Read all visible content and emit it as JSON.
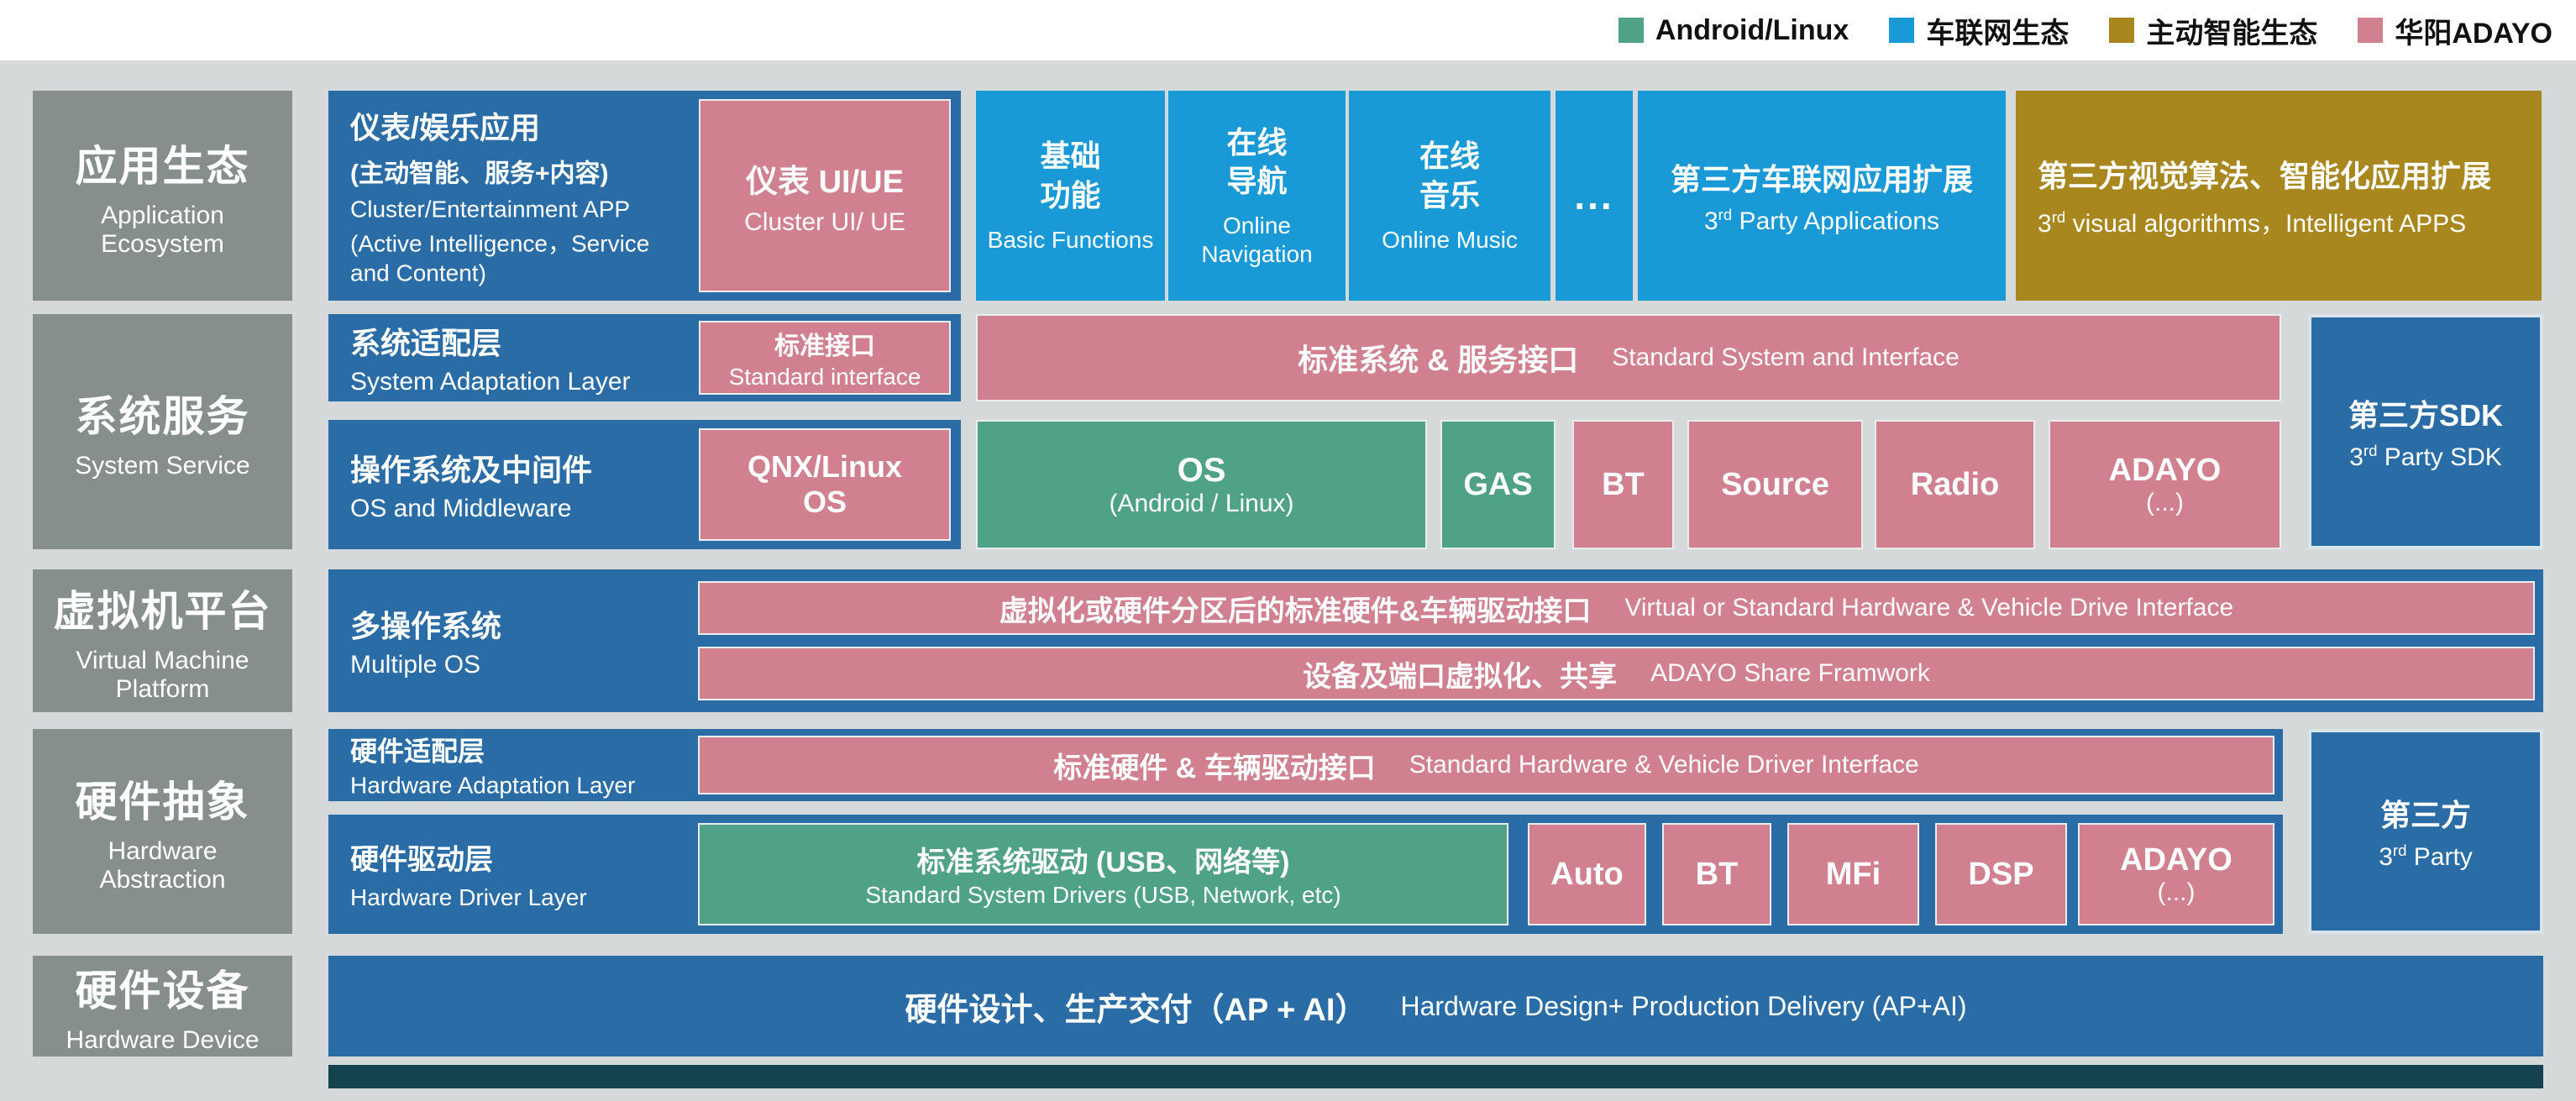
{
  "colors": {
    "steel_blue": "#2a6da6",
    "bright_blue": "#199ad6",
    "rose": "#d0808f",
    "green": "#4fa287",
    "gold": "#a8871e",
    "sidebar_gray": "#878f8c",
    "canvas_gray": "#d5d9da",
    "footer_teal": "#15424f"
  },
  "legend": {
    "items": [
      {
        "label": "Android/Linux",
        "color": "#4fa287"
      },
      {
        "label": "车联网生态",
        "color": "#199ad6"
      },
      {
        "label": "主动智能生态",
        "color": "#a8871e"
      },
      {
        "label": "华阳ADAYO",
        "color": "#d0808f"
      }
    ]
  },
  "sidebar": {
    "items": [
      {
        "zh": "应用生态",
        "en": "Application Ecosystem"
      },
      {
        "zh": "系统服务",
        "en": "System Service"
      },
      {
        "zh": "虚拟机平台",
        "en": "Virtual Machine Platform"
      },
      {
        "zh": "硬件抽象",
        "en": "Hardware Abstraction"
      },
      {
        "zh": "硬件设备",
        "en": "Hardware Device"
      }
    ]
  },
  "row1": {
    "cluster_app": {
      "zh1": "仪表/娱乐应用",
      "zh2": "(主动智能、服务+内容)",
      "en1": "Cluster/Entertainment APP",
      "en2": "(Active Intelligence，Service and Content)"
    },
    "cluster_ui": {
      "zh": "仪表 UI/UE",
      "en": "Cluster UI/ UE"
    },
    "basic": {
      "zh1": "基础",
      "zh2": "功能",
      "en": "Basic Functions"
    },
    "nav": {
      "zh1": "在线",
      "zh2": "导航",
      "en": "Online Navigation"
    },
    "music": {
      "zh1": "在线",
      "zh2": "音乐",
      "en": "Online Music"
    },
    "dots": "...",
    "third_party_apps": {
      "zh": "第三方车联网应用扩展",
      "en_pre": "3",
      "en_sup": "rd",
      "en_post": " Party Applications"
    },
    "visual_ext": {
      "zh": "第三方视觉算法、智能化应用扩展",
      "en_pre": "3",
      "en_sup": "rd",
      "en_post": " visual algorithms，Intelligent APPS"
    }
  },
  "row2": {
    "sys_adapt": {
      "zh": "系统适配层",
      "en": "System Adaptation Layer"
    },
    "std_interface": {
      "zh": "标准接口",
      "en": "Standard interface"
    },
    "std_system": {
      "zh": "标准系统 & 服务接口",
      "en": "Standard System and Interface"
    },
    "sdk": {
      "zh": "第三方SDK",
      "en_pre": "3",
      "en_sup": "rd",
      "en_post": " Party SDK"
    },
    "os_middleware": {
      "zh": "操作系统及中间件",
      "en": "OS and Middleware"
    },
    "qnx": {
      "line1": "QNX/Linux",
      "line2": "OS"
    },
    "os_box": {
      "line1": "OS",
      "line2": "(Android / Linux)"
    },
    "gas": "GAS",
    "bt": "BT",
    "source": "Source",
    "radio": "Radio",
    "adayo": {
      "line1": "ADAYO",
      "line2": "(...)"
    }
  },
  "row3": {
    "multi_os": {
      "zh": "多操作系统",
      "en": "Multiple OS"
    },
    "bar1": {
      "zh": "虚拟化或硬件分区后的标准硬件&车辆驱动接口",
      "en": "Virtual or Standard Hardware & Vehicle Drive Interface"
    },
    "bar2": {
      "zh": "设备及端口虚拟化、共享",
      "en": "ADAYO Share Framwork"
    }
  },
  "row4": {
    "hw_adapt": {
      "zh": "硬件适配层",
      "en": "Hardware Adaptation Layer"
    },
    "hw_bar": {
      "zh": "标准硬件 & 车辆驱动接口",
      "en": "Standard Hardware & Vehicle Driver Interface"
    },
    "hw_driver": {
      "zh": "硬件驱动层",
      "en": "Hardware Driver Layer"
    },
    "std_drivers": {
      "zh": "标准系统驱动 (USB、网络等)",
      "en": "Standard System Drivers (USB, Network, etc)"
    },
    "auto": "Auto",
    "bt": "BT",
    "mfi": "MFi",
    "dsp": "DSP",
    "adayo": {
      "line1": "ADAYO",
      "line2": "(...)"
    },
    "third_party": {
      "zh": "第三方",
      "en_pre": "3",
      "en_sup": "rd",
      "en_post": " Party"
    }
  },
  "row5": {
    "hw_design": {
      "zh": "硬件设计、生产交付（AP + AI）",
      "en": "Hardware Design+ Production Delivery (AP+AI)"
    }
  }
}
